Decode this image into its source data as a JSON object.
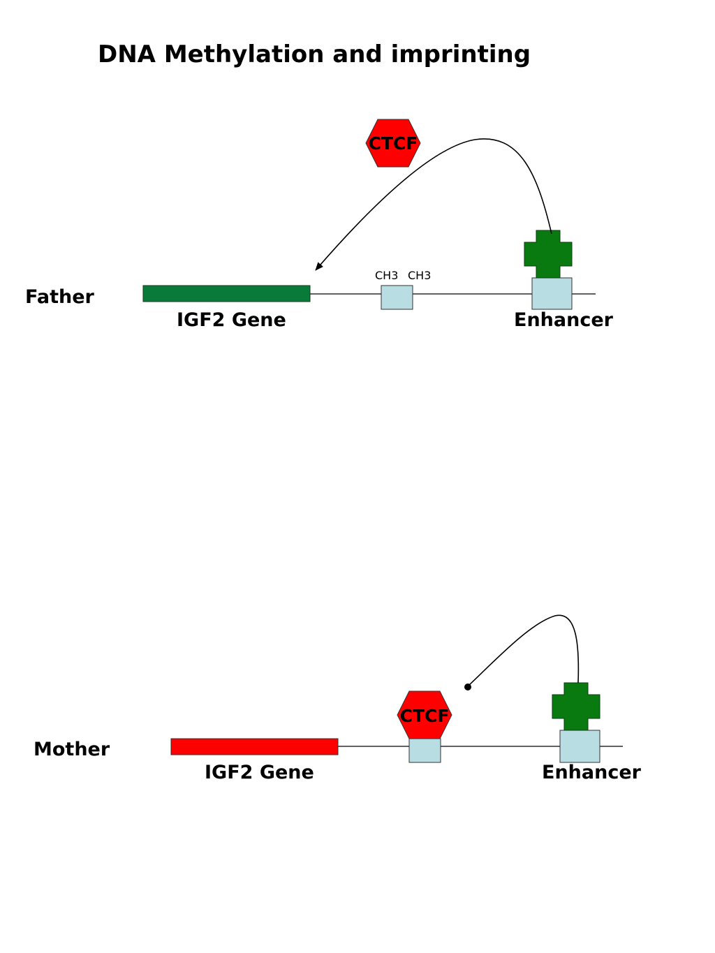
{
  "title": "DNA Methylation and imprinting",
  "colors": {
    "paternal_gene": "#0a7a3a",
    "maternal_gene": "#ff0000",
    "ctcf": "#ff0000",
    "enhancer_factor": "#087a10",
    "site_box": "#b8dde3",
    "line": "#000000"
  },
  "father": {
    "label": "Father",
    "gene_label": "IGF2 Gene",
    "enhancer_label": "Enhancer",
    "methyl_labels": [
      "CH3",
      "CH3"
    ],
    "ctcf_label": "CTCF"
  },
  "mother": {
    "label": "Mother",
    "gene_label": "IGF2 Gene",
    "enhancer_label": "Enhancer",
    "ctcf_label": "CTCF"
  }
}
